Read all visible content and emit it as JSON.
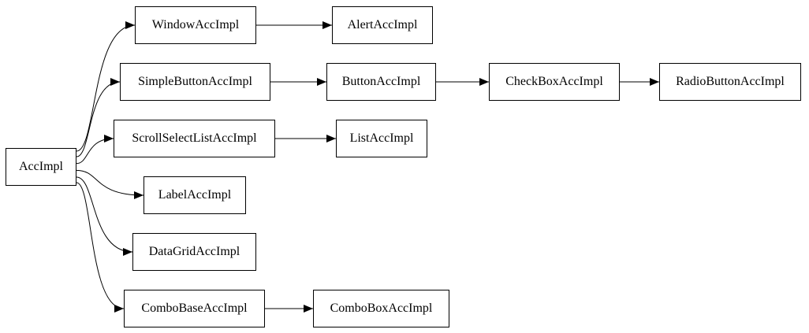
{
  "nodes": {
    "acc_impl": "AccImpl",
    "window_acc_impl": "WindowAccImpl",
    "alert_acc_impl": "AlertAccImpl",
    "simple_button_acc_impl": "SimpleButtonAccImpl",
    "button_acc_impl": "ButtonAccImpl",
    "check_box_acc_impl": "CheckBoxAccImpl",
    "radio_button_acc_impl": "RadioButtonAccImpl",
    "scroll_select_list_acc_impl": "ScrollSelectListAccImpl",
    "list_acc_impl": "ListAccImpl",
    "label_acc_impl": "LabelAccImpl",
    "data_grid_acc_impl": "DataGridAccImpl",
    "combo_base_acc_impl": "ComboBaseAccImpl",
    "combo_box_acc_impl": "ComboBoxAccImpl"
  },
  "edges": [
    {
      "from": "AccImpl",
      "to": "WindowAccImpl"
    },
    {
      "from": "AccImpl",
      "to": "SimpleButtonAccImpl"
    },
    {
      "from": "AccImpl",
      "to": "ScrollSelectListAccImpl"
    },
    {
      "from": "AccImpl",
      "to": "LabelAccImpl"
    },
    {
      "from": "AccImpl",
      "to": "DataGridAccImpl"
    },
    {
      "from": "AccImpl",
      "to": "ComboBaseAccImpl"
    },
    {
      "from": "WindowAccImpl",
      "to": "AlertAccImpl"
    },
    {
      "from": "SimpleButtonAccImpl",
      "to": "ButtonAccImpl"
    },
    {
      "from": "ButtonAccImpl",
      "to": "CheckBoxAccImpl"
    },
    {
      "from": "CheckBoxAccImpl",
      "to": "RadioButtonAccImpl"
    },
    {
      "from": "ScrollSelectListAccImpl",
      "to": "ListAccImpl"
    },
    {
      "from": "ComboBaseAccImpl",
      "to": "ComboBoxAccImpl"
    }
  ]
}
